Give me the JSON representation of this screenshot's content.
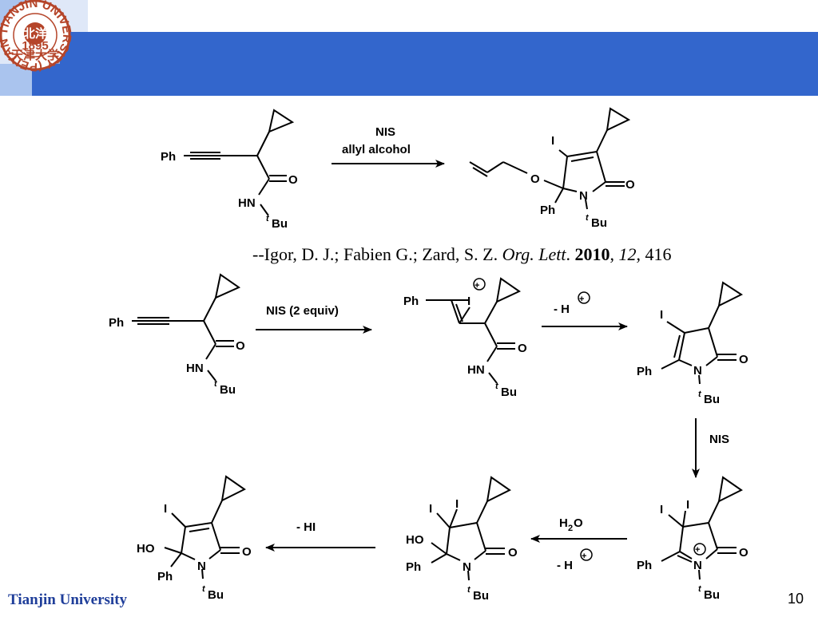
{
  "header": {
    "logo_ring_text": "TIANJIN UNIVERSITY (PEIYANG UNIVERSITY)",
    "logo_center": "北洋",
    "logo_year": "1895",
    "logo_bottom": "天津大学",
    "colors": {
      "bar": "#3366cc",
      "light_square": "#aac4ee",
      "logo": "#b5452a"
    }
  },
  "reaction1": {
    "reagent_1": "NIS",
    "reagent_2": "allyl alcohol",
    "sm": {
      "ph": "Ph",
      "o": "O",
      "hn": "HN",
      "t": "t",
      "bu": "Bu"
    },
    "product": {
      "i": "I",
      "o_ether": "O",
      "o_carbonyl": "O",
      "n": "N",
      "ph": "Ph",
      "t": "t",
      "bu": "Bu"
    }
  },
  "citation": {
    "prefix": "--Igor, D. J.; Fabien G.; Zard, S. Z. ",
    "journal": "Org. Lett",
    "dot": ". ",
    "year": "2010",
    "sep1": ", ",
    "volume": "12",
    "sep2": ", 416"
  },
  "mechanism": {
    "step1_reagent": "NIS (2 equiv)",
    "sm": {
      "ph": "Ph",
      "o": "O",
      "hn": "HN",
      "t": "t",
      "bu": "Bu"
    },
    "iodonium": {
      "ph": "Ph",
      "i": "I",
      "plus": "+",
      "o": "O",
      "hn": "HN",
      "t": "t",
      "bu": "Bu"
    },
    "step2_reagent": "- H",
    "step2_plus": "+",
    "pyrrolone": {
      "i": "I",
      "o": "O",
      "ph": "Ph",
      "n": "N",
      "t": "t",
      "bu": "Bu"
    },
    "step3_reagent": "NIS",
    "iminium": {
      "i1": "I",
      "i2": "I",
      "o": "O",
      "ph": "Ph",
      "n": "N",
      "plus": "+",
      "t": "t",
      "bu": "Bu"
    },
    "step4_h": "H",
    "step4_sub": "2",
    "step4_o": "O",
    "step4_minus": "- H",
    "step4_plus": "+",
    "hemiaminal_diiodo": {
      "i1": "I",
      "i2": "I",
      "ho": "HO",
      "o": "O",
      "ph": "Ph",
      "n": "N",
      "t": "t",
      "bu": "Bu"
    },
    "step5_reagent": "- HI",
    "final": {
      "i": "I",
      "ho": "HO",
      "o": "O",
      "ph": "Ph",
      "n": "N",
      "t": "t",
      "bu": "Bu"
    }
  },
  "footer": {
    "university": "Tianjin University",
    "page": "10"
  }
}
